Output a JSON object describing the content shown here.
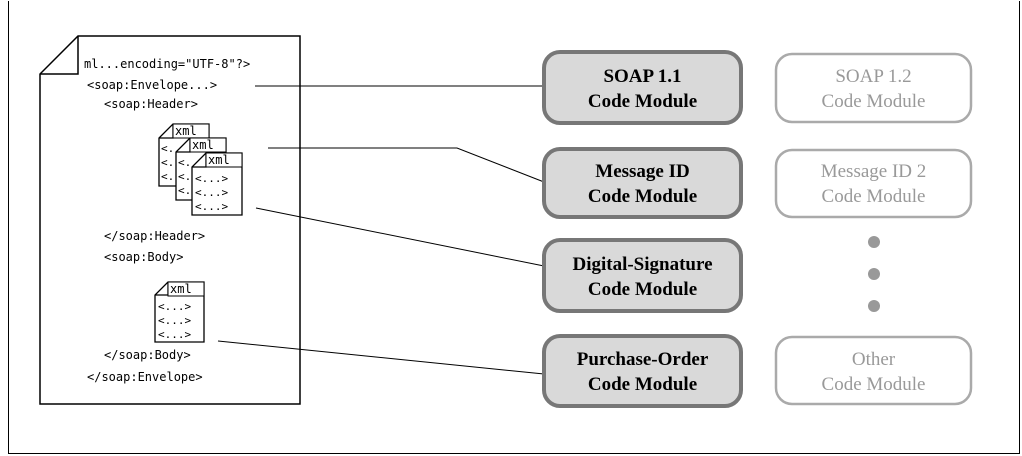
{
  "document": {
    "xml_declaration": "ml...encoding=\"UTF-8\"?>",
    "envelope_open": "<soap:Envelope...>",
    "header_open": "<soap:Header>",
    "header_close": "</soap:Header>",
    "body_open": "<soap:Body>",
    "body_close": "</soap:Body>",
    "envelope_close": "</soap:Envelope>",
    "xml_badge": "xml",
    "element_marker": "<...>"
  },
  "modules": {
    "active": [
      {
        "line1": "SOAP 1.1",
        "line2": "Code Module"
      },
      {
        "line1": "Message ID",
        "line2": "Code Module"
      },
      {
        "line1": "Digital-Signature",
        "line2": "Code Module"
      },
      {
        "line1": "Purchase-Order",
        "line2": "Code Module"
      }
    ],
    "alternate": [
      {
        "line1": "SOAP 1.2",
        "line2": "Code Module"
      },
      {
        "line1": "Message ID 2",
        "line2": "Code Module"
      },
      {
        "line1": "Other",
        "line2": "Code Module"
      }
    ]
  },
  "colors": {
    "active_fill": "#d9d9d9",
    "active_border": "#777777",
    "alternate_border": "#aaaaaa",
    "alternate_text": "#999999",
    "dot": "#999999"
  }
}
